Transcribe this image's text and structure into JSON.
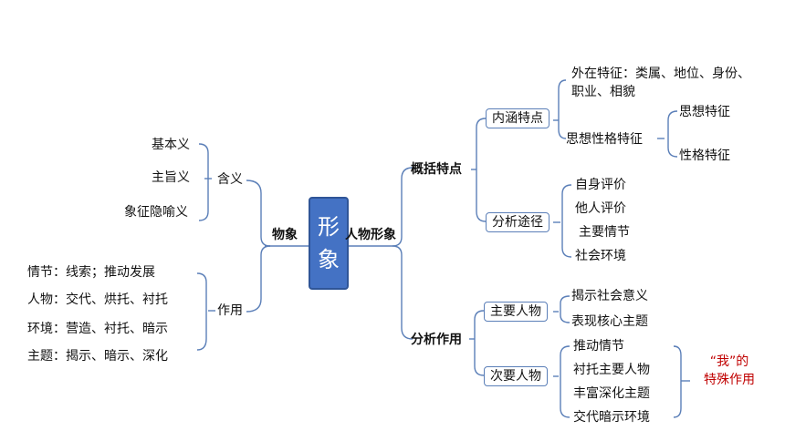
{
  "center": {
    "char1": "形",
    "char2": "象"
  },
  "left": {
    "branch": "物象",
    "meaning": {
      "label": "含义",
      "items": [
        "基本义",
        "主旨义",
        "象征隐喻义"
      ]
    },
    "function": {
      "label": "作用",
      "items": [
        "情节：线索；推动发展",
        "人物：交代、烘托、衬托",
        "环境：营造、衬托、暗示",
        "主题：揭示、暗示、深化"
      ]
    }
  },
  "right": {
    "branch": "人物形象",
    "summary": {
      "label": "概括特点",
      "connotation": {
        "label": "内涵特点",
        "external": "外在特征：类属、地位、身份、职业、相貌",
        "character": {
          "label": "思想性格特征",
          "items": [
            "思想特征",
            "性格特征"
          ]
        }
      },
      "approach": {
        "label": "分析途径",
        "items": [
          "自身评价",
          "他人评价",
          "主要情节",
          "社会环境"
        ]
      }
    },
    "analysis": {
      "label": "分析作用",
      "main": {
        "label": "主要人物",
        "items": [
          "揭示社会意义",
          "表现核心主题"
        ]
      },
      "secondary": {
        "label": "次要人物",
        "items": [
          "推动情节",
          "衬托主要人物",
          "丰富深化主题",
          "交代暗示环境"
        ]
      },
      "note": {
        "line1": "“我”的",
        "line2": "特殊作用"
      }
    }
  },
  "colors": {
    "line": "#5b7fb8",
    "center_fill": "#4472c4",
    "note": "#c00000"
  }
}
